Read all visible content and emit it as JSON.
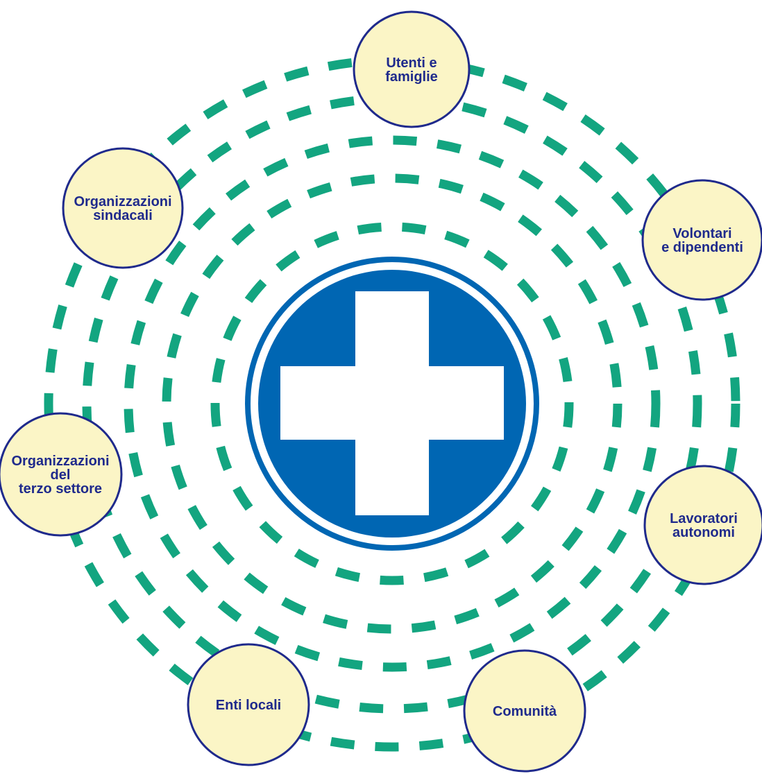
{
  "colors": {
    "ring": "#13a580",
    "node_fill": "#fbf5c6",
    "node_stroke": "#1f2a8c",
    "label": "#1f2a8c",
    "emblem_blue": "#0066b3",
    "cross": "#ffffff",
    "background": "#ffffff"
  },
  "center": {
    "icon": "medical-cross-icon"
  },
  "stakeholders": [
    {
      "id": "utenti",
      "lines": [
        "Utenti e",
        "famiglie"
      ]
    },
    {
      "id": "volontari",
      "lines": [
        "Volontari",
        "e dipendenti"
      ]
    },
    {
      "id": "lavoratori",
      "lines": [
        "Lavoratori",
        "autonomi"
      ]
    },
    {
      "id": "comunita",
      "lines": [
        "Comunità"
      ]
    },
    {
      "id": "enti",
      "lines": [
        "Enti locali"
      ]
    },
    {
      "id": "terzo-settore",
      "lines": [
        "Organizzazioni",
        "del",
        "terzo settore"
      ]
    },
    {
      "id": "sindacali",
      "lines": [
        "Organizzazioni",
        "sindacali"
      ]
    }
  ]
}
